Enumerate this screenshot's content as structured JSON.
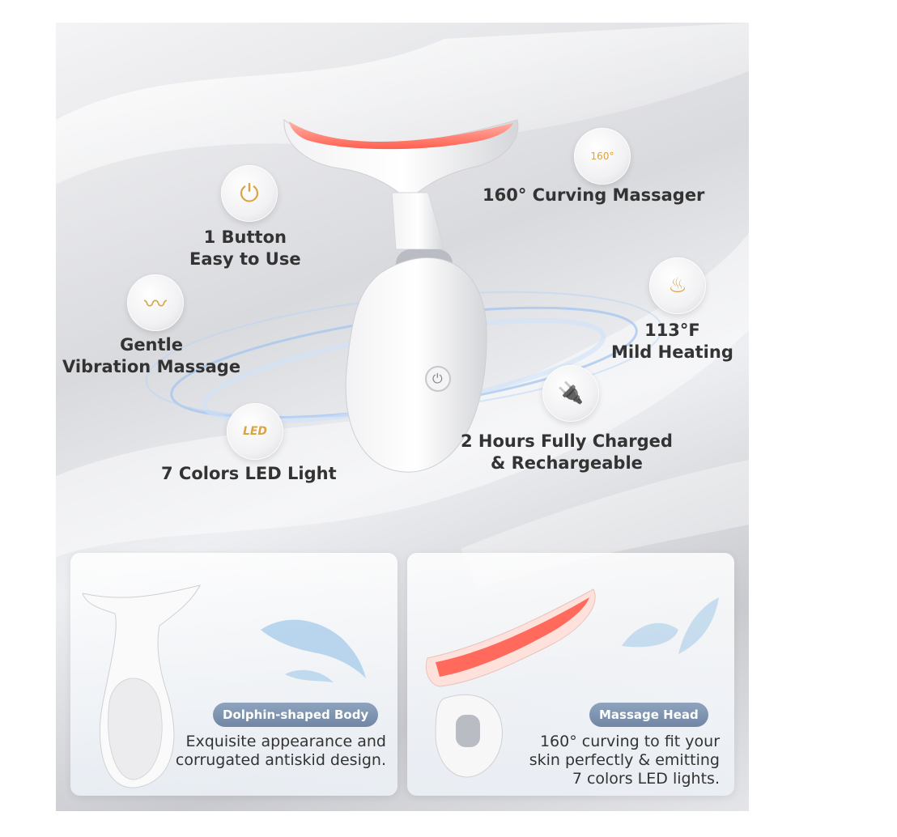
{
  "features": {
    "one_button": {
      "line1": "1 Button",
      "line2": "Easy to Use",
      "icon": "power-icon"
    },
    "vibration": {
      "line1": "Gentle",
      "line2": "Vibration Massage",
      "icon": "hand-wave-icon"
    },
    "led": {
      "label": "7 Colors LED Light",
      "icon_text": "LED"
    },
    "curving": {
      "label": "160° Curving Massager",
      "icon_text": "160°"
    },
    "heating": {
      "line1": "113°F",
      "line2": "Mild Heating",
      "icon": "heat-waves-icon"
    },
    "charging": {
      "line1": "2 Hours Fully Charged",
      "line2": "& Rechargeable",
      "icon": "plug-icon"
    }
  },
  "panels": {
    "body": {
      "badge": "Dolphin-shaped Body",
      "desc_line1": "Exquisite appearance and",
      "desc_line2": "corrugated antiskid design."
    },
    "head": {
      "badge": "Massage Head",
      "desc_line1": "160° curving to fit your",
      "desc_line2": "skin perfectly & emitting",
      "desc_line3": "7 colors LED lights."
    }
  },
  "colors": {
    "accent_gold": "#d9a441",
    "led_red": "#ff6a5c",
    "badge_blue": "#7d93b0"
  }
}
